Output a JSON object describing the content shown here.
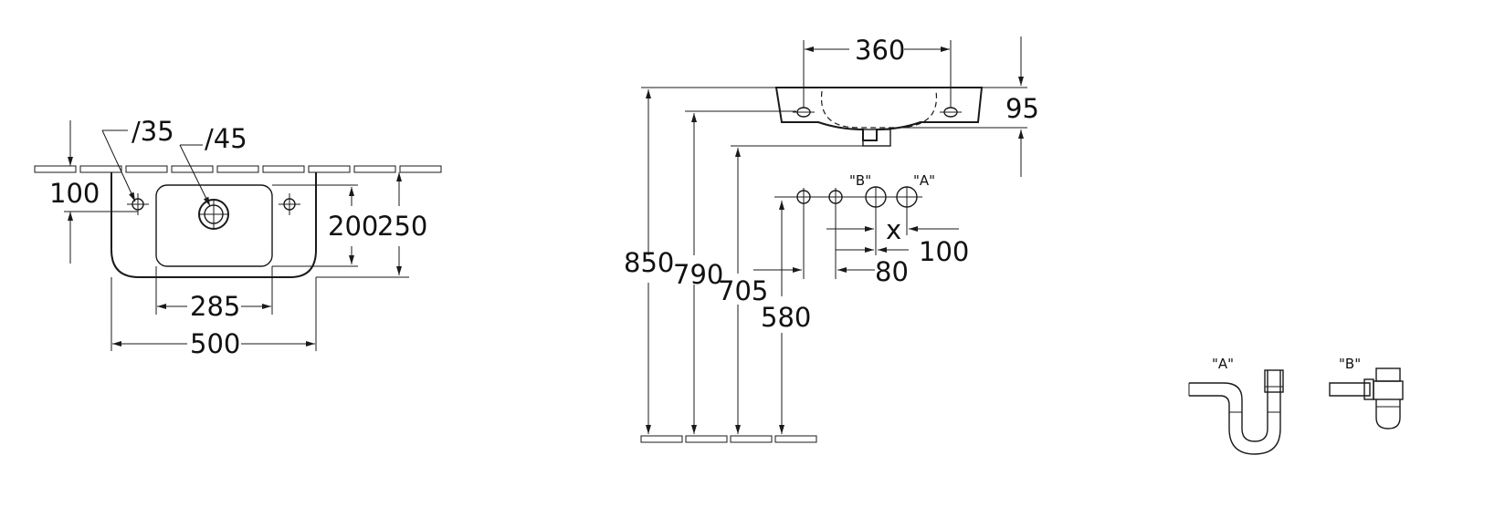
{
  "plan_view": {
    "dim_d35": "∕35",
    "dim_d45": "∕45",
    "dim_100": "100",
    "dim_200": "200",
    "dim_250": "250",
    "dim_285": "285",
    "dim_500": "500"
  },
  "side_view": {
    "dim_360": "360",
    "dim_95": "95",
    "dim_850": "850",
    "dim_790": "790",
    "dim_705": "705",
    "dim_580": "580",
    "dim_x": "x",
    "dim_100": "100",
    "dim_80": "80",
    "label_b": "\"B\"",
    "label_a": "\"A\""
  },
  "traps": {
    "label_a": "\"A\"",
    "label_b": "\"B\""
  }
}
